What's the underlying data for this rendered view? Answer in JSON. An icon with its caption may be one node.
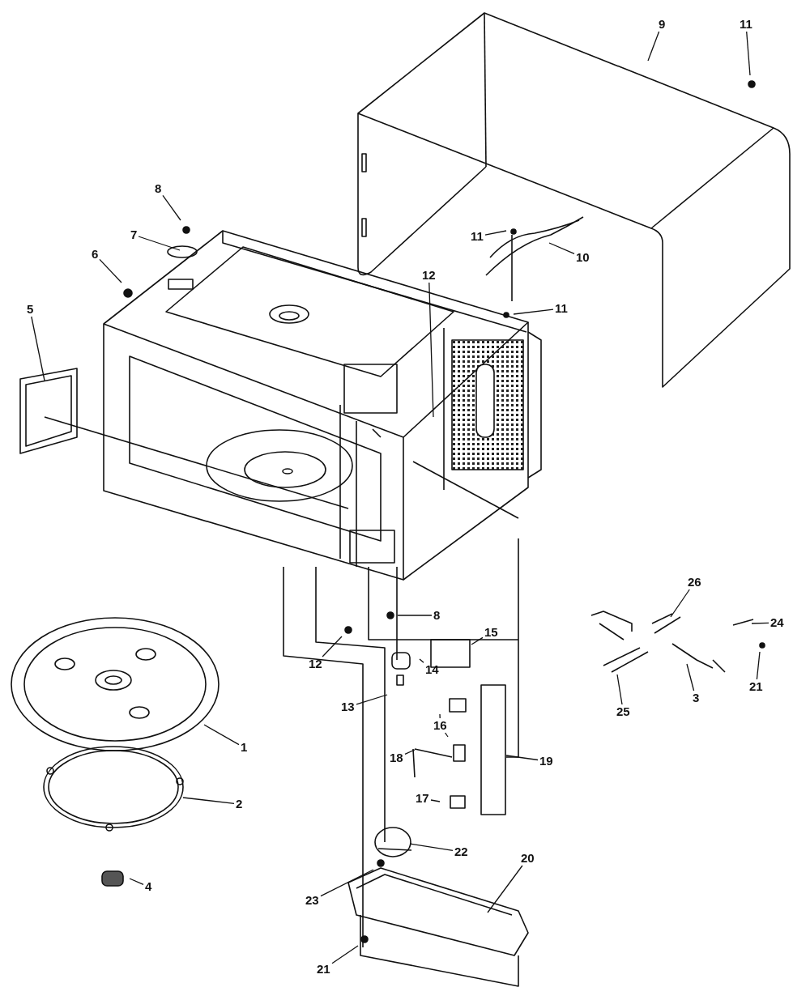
{
  "diagram": {
    "nodes": [
      {
        "text": [
          "9"
        ]
      },
      {
        "text": [
          "11"
        ]
      },
      {
        "text": [
          "8"
        ]
      },
      {
        "text": [
          "7"
        ]
      },
      {
        "text": [
          "11"
        ]
      },
      {
        "text": [
          "10"
        ]
      },
      {
        "text": [
          "6"
        ]
      },
      {
        "text": [
          "12"
        ]
      },
      {
        "text": [
          "11"
        ]
      },
      {
        "text": [
          "5"
        ]
      },
      {
        "text": [
          "26"
        ]
      },
      {
        "text": [
          "24"
        ]
      },
      {
        "text": [
          "8"
        ]
      },
      {
        "text": [
          "15"
        ]
      },
      {
        "text": [
          "12"
        ]
      },
      {
        "text": [
          "14"
        ]
      },
      {
        "text": [
          "21"
        ]
      },
      {
        "text": [
          "3"
        ]
      },
      {
        "text": [
          "13"
        ]
      },
      {
        "text": [
          "25"
        ]
      },
      {
        "text": [
          "16"
        ]
      },
      {
        "text": [
          "1"
        ]
      },
      {
        "text": [
          "18"
        ]
      },
      {
        "text": [
          "19"
        ]
      },
      {
        "text": [
          "17"
        ]
      },
      {
        "text": [
          "2"
        ]
      },
      {
        "text": [
          "22"
        ]
      },
      {
        "text": [
          "20"
        ]
      },
      {
        "text": [
          "23"
        ]
      },
      {
        "text": [
          "4"
        ]
      },
      {
        "text": [
          "21"
        ]
      }
    ],
    "edges": [
      {
        "from": 0,
        "to": null,
        "arrow": "none"
      },
      {
        "from": 1,
        "to": null,
        "arrow": "none"
      },
      {
        "from": 2,
        "to": null,
        "arrow": "none"
      },
      {
        "from": 3,
        "to": null,
        "arrow": "none"
      },
      {
        "from": 4,
        "to": null,
        "arrow": "none"
      },
      {
        "from": 5,
        "to": null,
        "arrow": "none"
      },
      {
        "from": 6,
        "to": null,
        "arrow": "none"
      },
      {
        "from": 7,
        "to": null,
        "arrow": "none"
      },
      {
        "from": 8,
        "to": null,
        "arrow": "none"
      },
      {
        "from": 9,
        "to": null,
        "arrow": "none"
      },
      {
        "from": 10,
        "to": null,
        "arrow": "none"
      },
      {
        "from": 11,
        "to": null,
        "arrow": "none"
      },
      {
        "from": 12,
        "to": null,
        "arrow": "none"
      },
      {
        "from": 13,
        "to": null,
        "arrow": "none"
      },
      {
        "from": 14,
        "to": null,
        "arrow": "none"
      },
      {
        "from": 15,
        "to": null,
        "arrow": "none"
      },
      {
        "from": 16,
        "to": null,
        "arrow": "none"
      },
      {
        "from": 17,
        "to": null,
        "arrow": "none"
      },
      {
        "from": 18,
        "to": null,
        "arrow": "none"
      },
      {
        "from": 19,
        "to": null,
        "arrow": "none"
      },
      {
        "from": 20,
        "to": null,
        "arrow": "none"
      },
      {
        "from": 20,
        "to": null,
        "arrow": "none"
      },
      {
        "from": 21,
        "to": null,
        "arrow": "none"
      },
      {
        "from": 22,
        "to": null,
        "arrow": "none"
      },
      {
        "from": 23,
        "to": null,
        "arrow": "none"
      },
      {
        "from": 24,
        "to": null,
        "arrow": "none"
      },
      {
        "from": 25,
        "to": null,
        "arrow": "none"
      },
      {
        "from": 26,
        "to": null,
        "arrow": "none"
      },
      {
        "from": 27,
        "to": null,
        "arrow": "none"
      },
      {
        "from": 28,
        "to": null,
        "arrow": "none"
      },
      {
        "from": 29,
        "to": null,
        "arrow": "none"
      },
      {
        "from": 30,
        "to": null,
        "arrow": "none"
      }
    ]
  }
}
